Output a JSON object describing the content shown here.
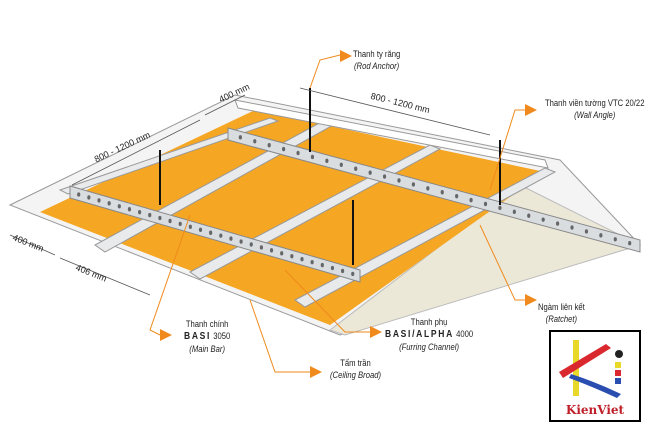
{
  "labels": {
    "rod_anchor": {
      "vi": "Thanh ty răng",
      "en": "(Rod Anchor)"
    },
    "wall_angle": {
      "vi": "Thanh viền tường VTC 20/22",
      "en": "(Wall Angle)"
    },
    "ratchet": {
      "vi": "Ngàm liên kết",
      "en": "(Ratchet)"
    },
    "main_bar": {
      "vi": "Thanh chính",
      "brand": "BASI",
      "model": "3050",
      "en": "(Main Bar)"
    },
    "furring": {
      "vi": "Thanh phụ",
      "brand": "BASI/ALPHA",
      "model": "4000",
      "en": "(Furring Channel)"
    },
    "ceiling": {
      "vi": "Tấm trần",
      "en": "(Ceiling Broad)"
    }
  },
  "dimensions": {
    "d1": "400 mm",
    "d2": "800 - 1200 mm",
    "d3": "800 - 1200 mm",
    "d4": "400 mm",
    "d5": "406 mm"
  },
  "logo": {
    "text": "KienViet"
  },
  "colors": {
    "panel": "#f5a623",
    "leader": "#f08a1c",
    "bar": "#d9dde0",
    "plaster": "#ece8d8"
  }
}
